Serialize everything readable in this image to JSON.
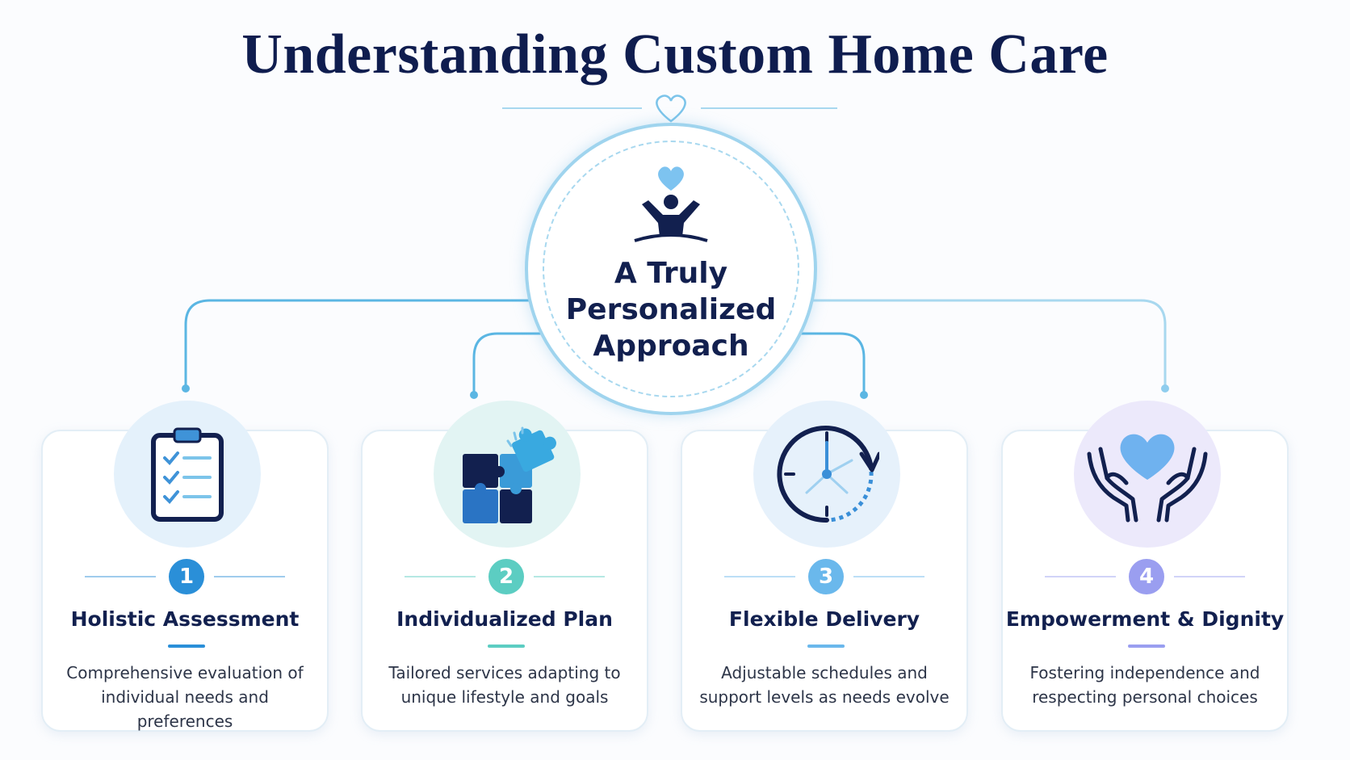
{
  "title": "Understanding Custom Home Care",
  "center": {
    "label": "A Truly Personalized Approach",
    "label_lines": [
      "A Truly",
      "Personalized",
      "Approach"
    ],
    "icon": "person-with-heart-icon"
  },
  "colors": {
    "title": "#0f1d4f",
    "connector": "#5bb6e3",
    "connector_light": "#a8d8ef",
    "text_dark": "#12204f"
  },
  "cards": [
    {
      "number": "1",
      "title": "Holistic Assessment",
      "desc_lines": [
        "Comprehensive evaluation of",
        "individual needs and preferences"
      ],
      "icon": "clipboard-checklist-icon",
      "accent": "#2a8fd8",
      "icon_bg": "#e4f1fb"
    },
    {
      "number": "2",
      "title": "Individualized Plan",
      "desc_lines": [
        "Tailored services adapting to",
        "unique lifestyle and goals"
      ],
      "icon": "puzzle-pieces-icon",
      "accent": "#5ccdc2",
      "icon_bg": "#e2f4f3"
    },
    {
      "number": "3",
      "title": "Flexible Delivery",
      "desc_lines": [
        "Adjustable schedules and",
        "support levels as needs evolve"
      ],
      "icon": "clock-refresh-icon",
      "accent": "#6ab8ec",
      "icon_bg": "#e6f1fb"
    },
    {
      "number": "4",
      "title": "Empowerment & Dignity",
      "desc_lines": [
        "Fostering independence and",
        "respecting personal choices"
      ],
      "icon": "hands-holding-heart-icon",
      "accent": "#9a9ef0",
      "icon_bg": "#ece9fb"
    }
  ]
}
